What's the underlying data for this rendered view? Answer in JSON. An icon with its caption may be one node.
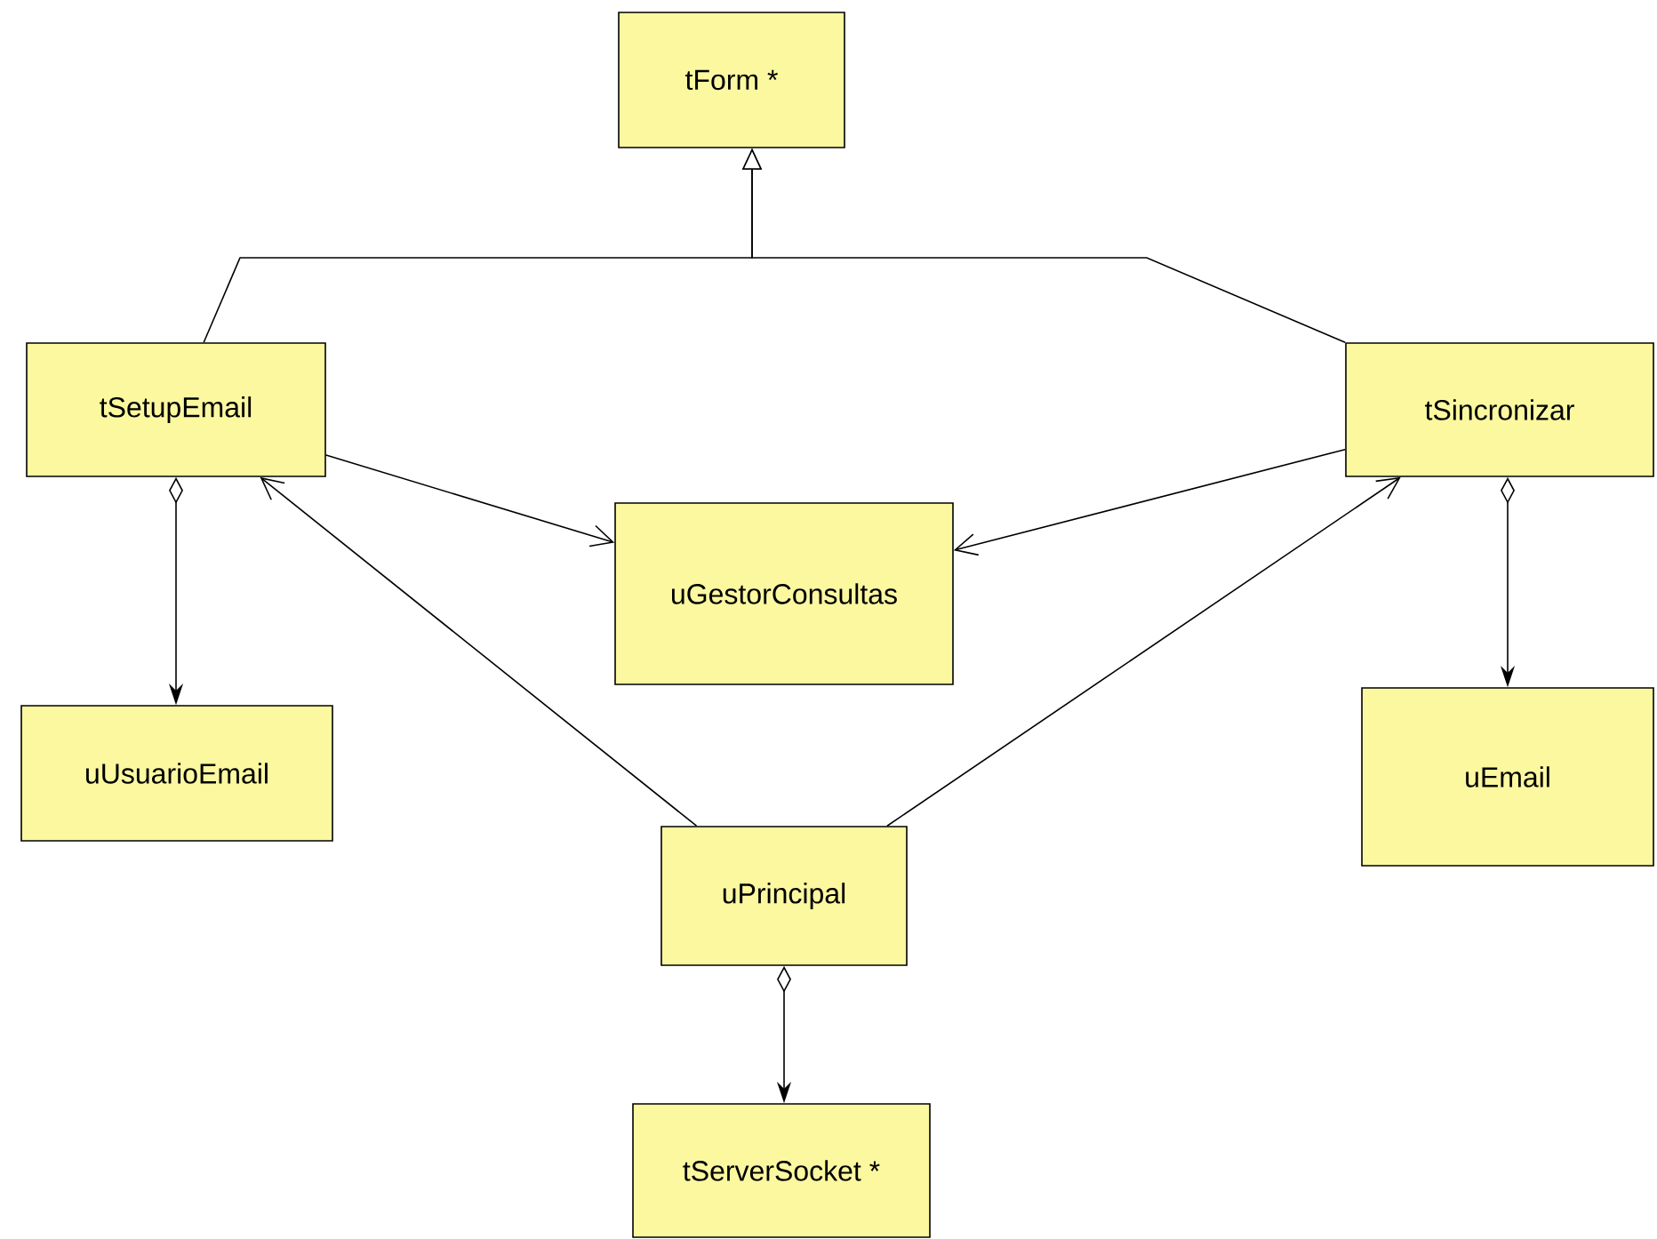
{
  "diagram": {
    "nodes": [
      {
        "text": [
          "tForm *"
        ]
      },
      {
        "text": [
          "tSetupEmail"
        ]
      },
      {
        "text": [
          "tSincronizar"
        ]
      },
      {
        "text": [
          "uGestorConsultas"
        ]
      },
      {
        "text": [
          "uUsuarioEmail"
        ]
      },
      {
        "text": [
          "uEmail"
        ]
      },
      {
        "text": [
          "uPrincipal"
        ]
      },
      {
        "text": [
          "tServerSocket *"
        ]
      }
    ],
    "edges": [
      {
        "from": 1,
        "to": 0,
        "arrow": "to"
      },
      {
        "from": 2,
        "to": 0,
        "arrow": "to"
      },
      {
        "from": 1,
        "to": 3,
        "arrow": "to"
      },
      {
        "from": 2,
        "to": 3,
        "arrow": "to"
      },
      {
        "from": 1,
        "to": 4,
        "arrow": "to"
      },
      {
        "from": 2,
        "to": 5,
        "arrow": "to"
      },
      {
        "from": 6,
        "to": 1,
        "arrow": "to"
      },
      {
        "from": 6,
        "to": 2,
        "arrow": "to"
      },
      {
        "from": 6,
        "to": 7,
        "arrow": "to"
      }
    ]
  }
}
